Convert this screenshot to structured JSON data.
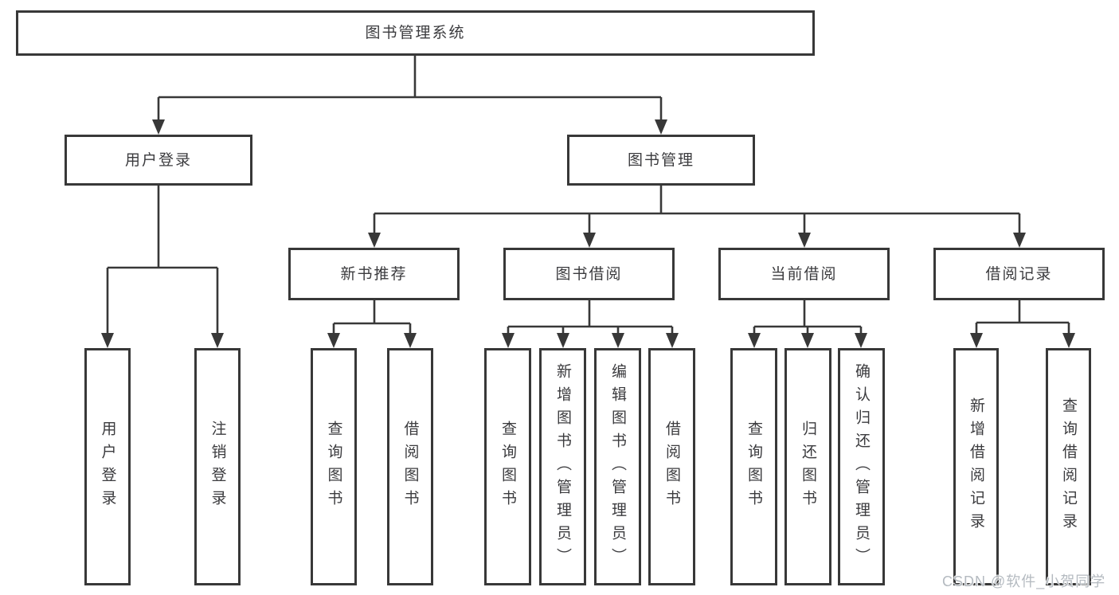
{
  "tree": {
    "root": "图书管理系统",
    "branches": [
      {
        "label": "用户登录",
        "leaves": [
          "用户登录",
          "注销登录"
        ]
      },
      {
        "label": "图书管理",
        "sections": [
          {
            "label": "新书推荐",
            "leaves": [
              "查询图书",
              "借阅图书"
            ]
          },
          {
            "label": "图书借阅",
            "leaves": [
              "查询图书",
              "新增图书（管理员）",
              "编辑图书（管理员）",
              "借阅图书"
            ]
          },
          {
            "label": "当前借阅",
            "leaves": [
              "查询图书",
              "归还图书",
              "确认归还（管理员）"
            ]
          },
          {
            "label": "借阅记录",
            "leaves": [
              "新增借阅记录",
              "查询借阅记录"
            ]
          }
        ]
      }
    ]
  },
  "watermark": {
    "text": "CSDN @软件_小贺同学"
  },
  "colors": {
    "line": "#383838",
    "text": "#3b3b3e",
    "box_bg": "#ffffff",
    "watermark": "#b4bac0"
  }
}
